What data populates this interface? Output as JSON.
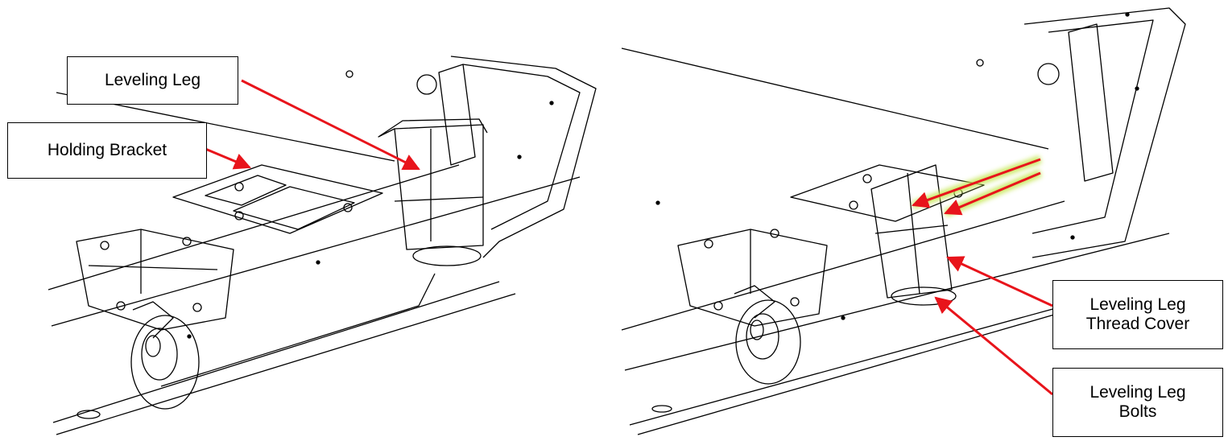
{
  "colors": {
    "arrow": "#e8141b",
    "highlight": "#c7e85a",
    "line": "#000000",
    "background": "#ffffff"
  },
  "left_panel": {
    "labels": {
      "leveling_leg": "Leveling Leg",
      "holding_bracket": "Holding Bracket"
    }
  },
  "right_panel": {
    "labels": {
      "thread_cover": "Leveling Leg\nThread Cover",
      "bolts": "Leveling Leg\nBolts"
    }
  }
}
